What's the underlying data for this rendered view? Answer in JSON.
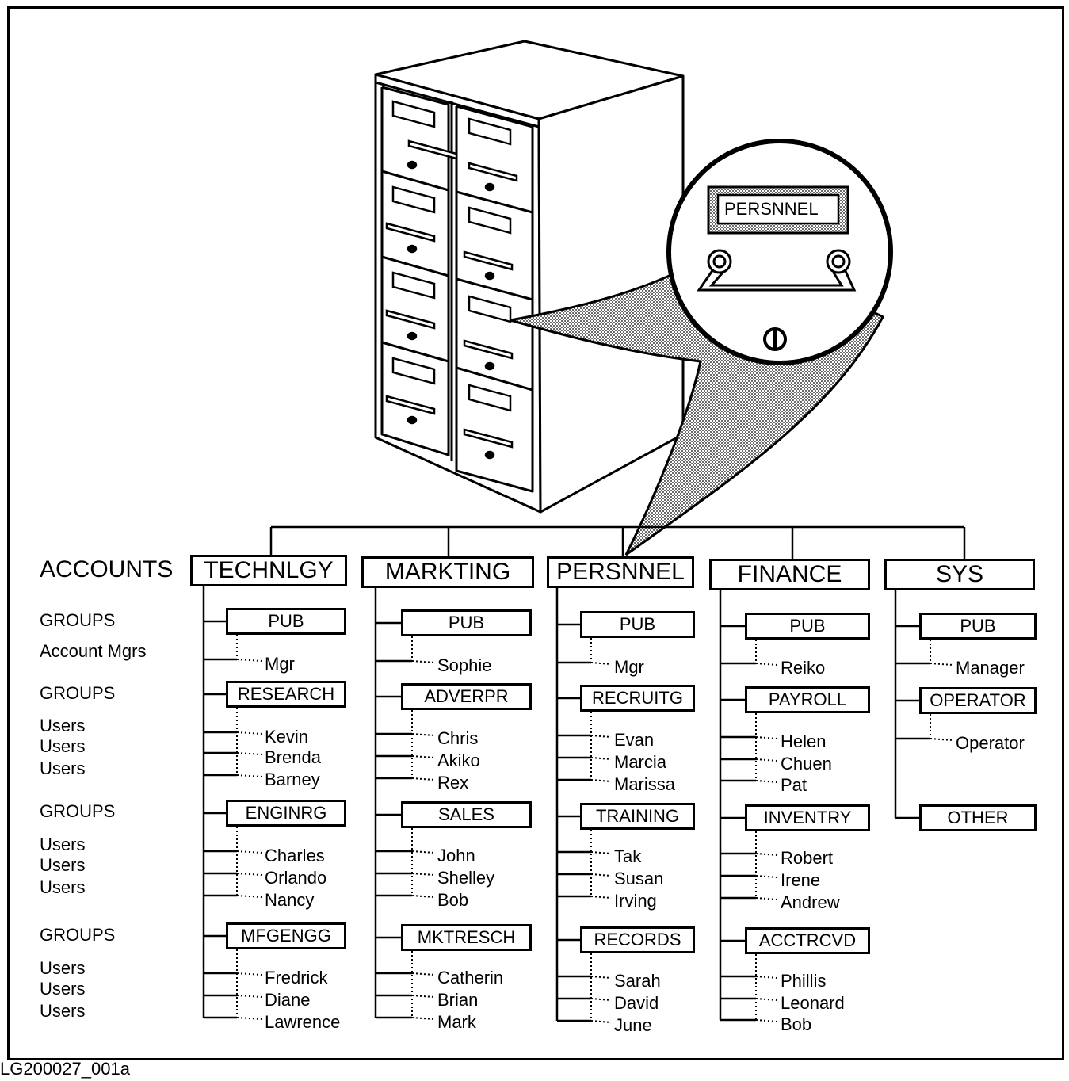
{
  "labels": {
    "accounts": "ACCOUNTS",
    "groups": "GROUPS",
    "account_mgrs": "Account Mgrs",
    "users": "Users"
  },
  "drawer_label": "PERSNNEL",
  "figure_id": "LG200027_001a",
  "accounts": [
    {
      "name": "TECHNLGY",
      "groups": [
        {
          "name": "PUB",
          "users": [
            "Mgr"
          ]
        },
        {
          "name": "RESEARCH",
          "users": [
            "Kevin",
            "Brenda",
            "Barney"
          ]
        },
        {
          "name": "ENGINRG",
          "users": [
            "Charles",
            "Orlando",
            "Nancy"
          ]
        },
        {
          "name": "MFGENGG",
          "users": [
            "Fredrick",
            "Diane",
            "Lawrence"
          ]
        }
      ]
    },
    {
      "name": "MARKTING",
      "groups": [
        {
          "name": "PUB",
          "users": [
            "Sophie"
          ]
        },
        {
          "name": "ADVERPR",
          "users": [
            "Chris",
            "Akiko",
            "Rex"
          ]
        },
        {
          "name": "SALES",
          "users": [
            "John",
            "Shelley",
            "Bob"
          ]
        },
        {
          "name": "MKTRESCH",
          "users": [
            "Catherin",
            "Brian",
            "Mark"
          ]
        }
      ]
    },
    {
      "name": "PERSNNEL",
      "groups": [
        {
          "name": "PUB",
          "users": [
            "Mgr"
          ]
        },
        {
          "name": "RECRUITG",
          "users": [
            "Evan",
            "Marcia",
            "Marissa"
          ]
        },
        {
          "name": "TRAINING",
          "users": [
            "Tak",
            "Susan",
            "Irving"
          ]
        },
        {
          "name": "RECORDS",
          "users": [
            "Sarah",
            "David",
            "June"
          ]
        }
      ]
    },
    {
      "name": "FINANCE",
      "groups": [
        {
          "name": "PUB",
          "users": [
            "Reiko"
          ]
        },
        {
          "name": "PAYROLL",
          "users": [
            "Helen",
            "Chuen",
            "Pat"
          ]
        },
        {
          "name": "INVENTRY",
          "users": [
            "Robert",
            "Irene",
            "Andrew"
          ]
        },
        {
          "name": "ACCTRCVD",
          "users": [
            "Phillis",
            "Leonard",
            "Bob"
          ]
        }
      ]
    },
    {
      "name": "SYS",
      "groups": [
        {
          "name": "PUB",
          "users": [
            "Manager"
          ]
        },
        {
          "name": "OPERATOR",
          "users": [
            "Operator"
          ]
        },
        {
          "name": "OTHER",
          "users": []
        }
      ]
    }
  ]
}
